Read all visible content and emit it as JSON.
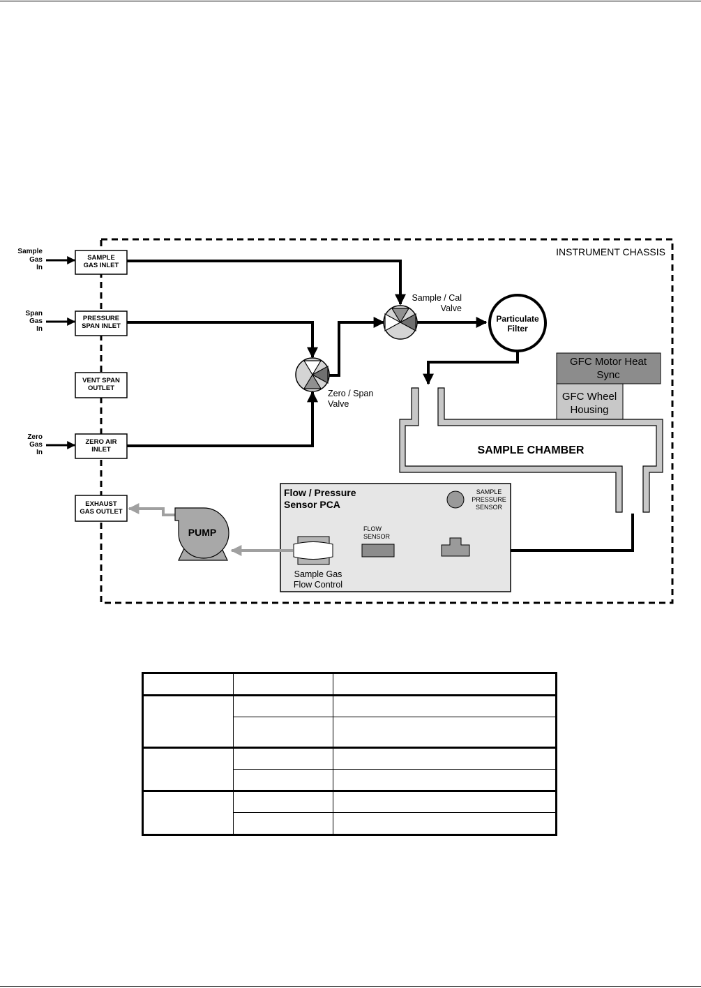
{
  "diagram": {
    "chassis_label": "INSTRUMENT CHASSIS",
    "external_labels": {
      "sample_in": [
        "Sample",
        "Gas",
        "In"
      ],
      "span_in": [
        "Span",
        "Gas",
        "In"
      ],
      "zero_in": [
        "Zero",
        "Gas",
        "In"
      ]
    },
    "ports": {
      "sample_gas_inlet": [
        "SAMPLE",
        "GAS INLET"
      ],
      "pressure_span_inlet": [
        "PRESSURE",
        "SPAN INLET"
      ],
      "vent_span_outlet": [
        "VENT SPAN",
        "OUTLET"
      ],
      "zero_air_inlet": [
        "ZERO AIR",
        "INLET"
      ],
      "exhaust_gas_outlet": [
        "EXHAUST",
        "GAS OUTLET"
      ]
    },
    "sample_cal_valve": [
      "Sample / Cal",
      "Valve"
    ],
    "zero_span_valve": [
      "Zero / Span",
      "Valve"
    ],
    "particulate_filter": [
      "Particulate",
      "Filter"
    ],
    "gfc_motor_heat_sync": [
      "GFC Motor Heat",
      "Sync"
    ],
    "gfc_wheel_housing": [
      "GFC Wheel",
      "Housing"
    ],
    "sample_chamber": "SAMPLE CHAMBER",
    "pca": [
      "Flow / Pressure",
      "Sensor PCA"
    ],
    "sample_pressure_sensor": [
      "SAMPLE",
      "PRESSURE",
      "SENSOR"
    ],
    "flow_sensor": [
      "FLOW",
      "SENSOR"
    ],
    "sample_gas_flow_control": [
      "Sample Gas",
      "Flow Control"
    ],
    "pump": "PUMP"
  }
}
